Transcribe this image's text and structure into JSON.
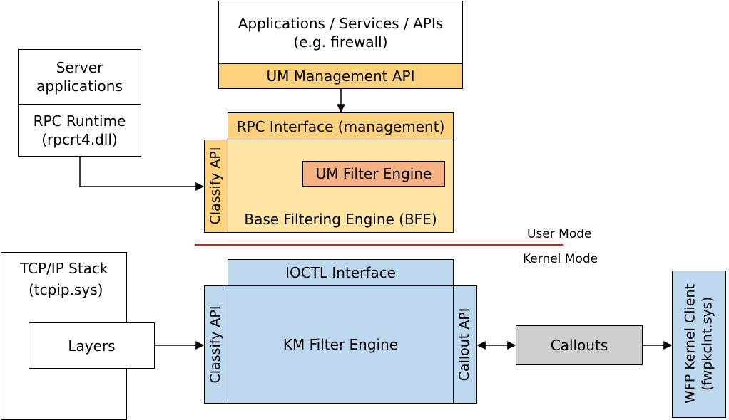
{
  "user_mode": {
    "apps": {
      "line1": "Applications / Services / APIs",
      "line2": "(e.g. firewall)"
    },
    "um_management_api": "UM Management API",
    "server": {
      "line1": "Server",
      "line2": "applications"
    },
    "rpc_runtime": {
      "line1": "RPC Runtime",
      "line2": "(rpcrt4.dll)"
    },
    "rpc_interface": "RPC Interface (management)",
    "bfe_classify_api": "Classify API",
    "um_filter_engine": "UM Filter Engine",
    "bfe": "Base Filtering Engine (BFE)"
  },
  "boundary": {
    "user_mode_label": "User Mode",
    "kernel_mode_label": "Kernel Mode",
    "line_color": "#e8141c"
  },
  "kernel_mode": {
    "tcpip": {
      "line1": "TCP/IP Stack",
      "line2": "(tcpip.sys)"
    },
    "layers": "Layers",
    "ioctl_interface": "IOCTL Interface",
    "km_classify_api": "Classify API",
    "km_filter_engine": "KM Filter Engine",
    "callout_api": "Callout API",
    "callouts": "Callouts",
    "wfp_client": {
      "line1": "WFP Kernel Client",
      "line2": "(fwpkclnt.sys)"
    }
  }
}
